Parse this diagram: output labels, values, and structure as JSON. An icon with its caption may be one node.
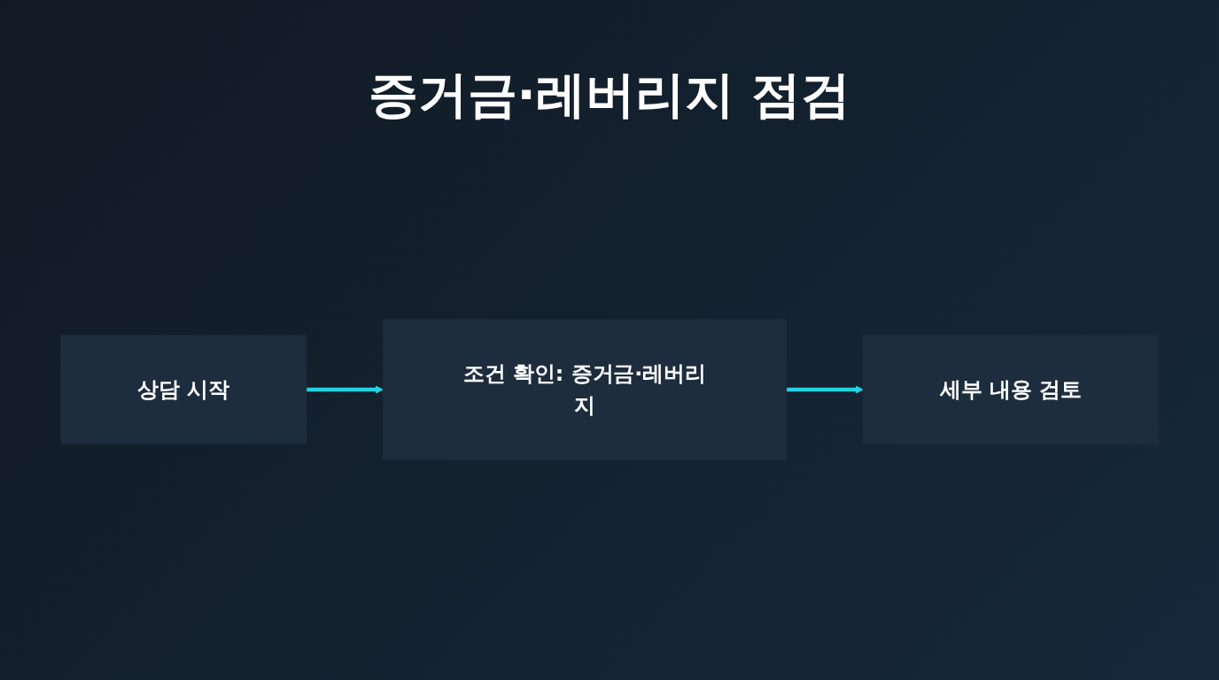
{
  "diagram": {
    "title": "증거금·레버리지 점검",
    "nodes": [
      {
        "text": [
          "상담 시작"
        ]
      },
      {
        "text": [
          "조건 확인: 증거금·레버리지"
        ]
      },
      {
        "text": [
          "세부 내용 검토"
        ]
      }
    ],
    "edges": [
      {
        "from": 0,
        "to": 1,
        "arrow": "to"
      },
      {
        "from": 1,
        "to": 2,
        "arrow": "to"
      }
    ]
  }
}
